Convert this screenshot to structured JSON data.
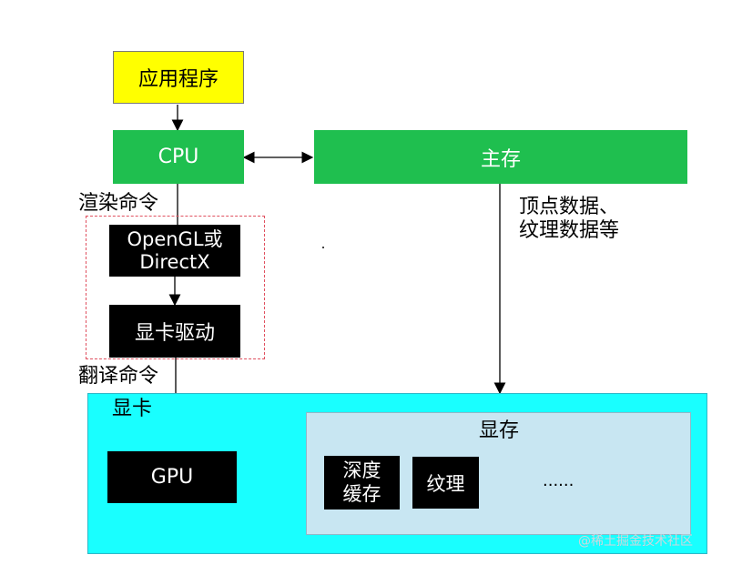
{
  "nodes": {
    "app": "应用程序",
    "cpu": "CPU",
    "main_memory": "主存",
    "opengl_directx": "OpenGL或\nDirectX",
    "driver": "显卡驱动",
    "gpu": "GPU",
    "vram": "显存",
    "depth_buffer": "深度\n缓存",
    "texture": "纹理",
    "ellipsis": "......"
  },
  "labels": {
    "render_cmd": "渲染命令",
    "translate_cmd": "翻译命令",
    "gpu_card": "显卡",
    "vertex_data": "顶点数据、\n纹理数据等"
  },
  "watermark": "@稀土掘金技术社区",
  "colors": {
    "app": "#ffff00",
    "green": "#1fbf4f",
    "black": "#000000",
    "cyan": "#19ffff",
    "vram_bg": "#c8e6f2",
    "dashed": "#e0505f"
  }
}
